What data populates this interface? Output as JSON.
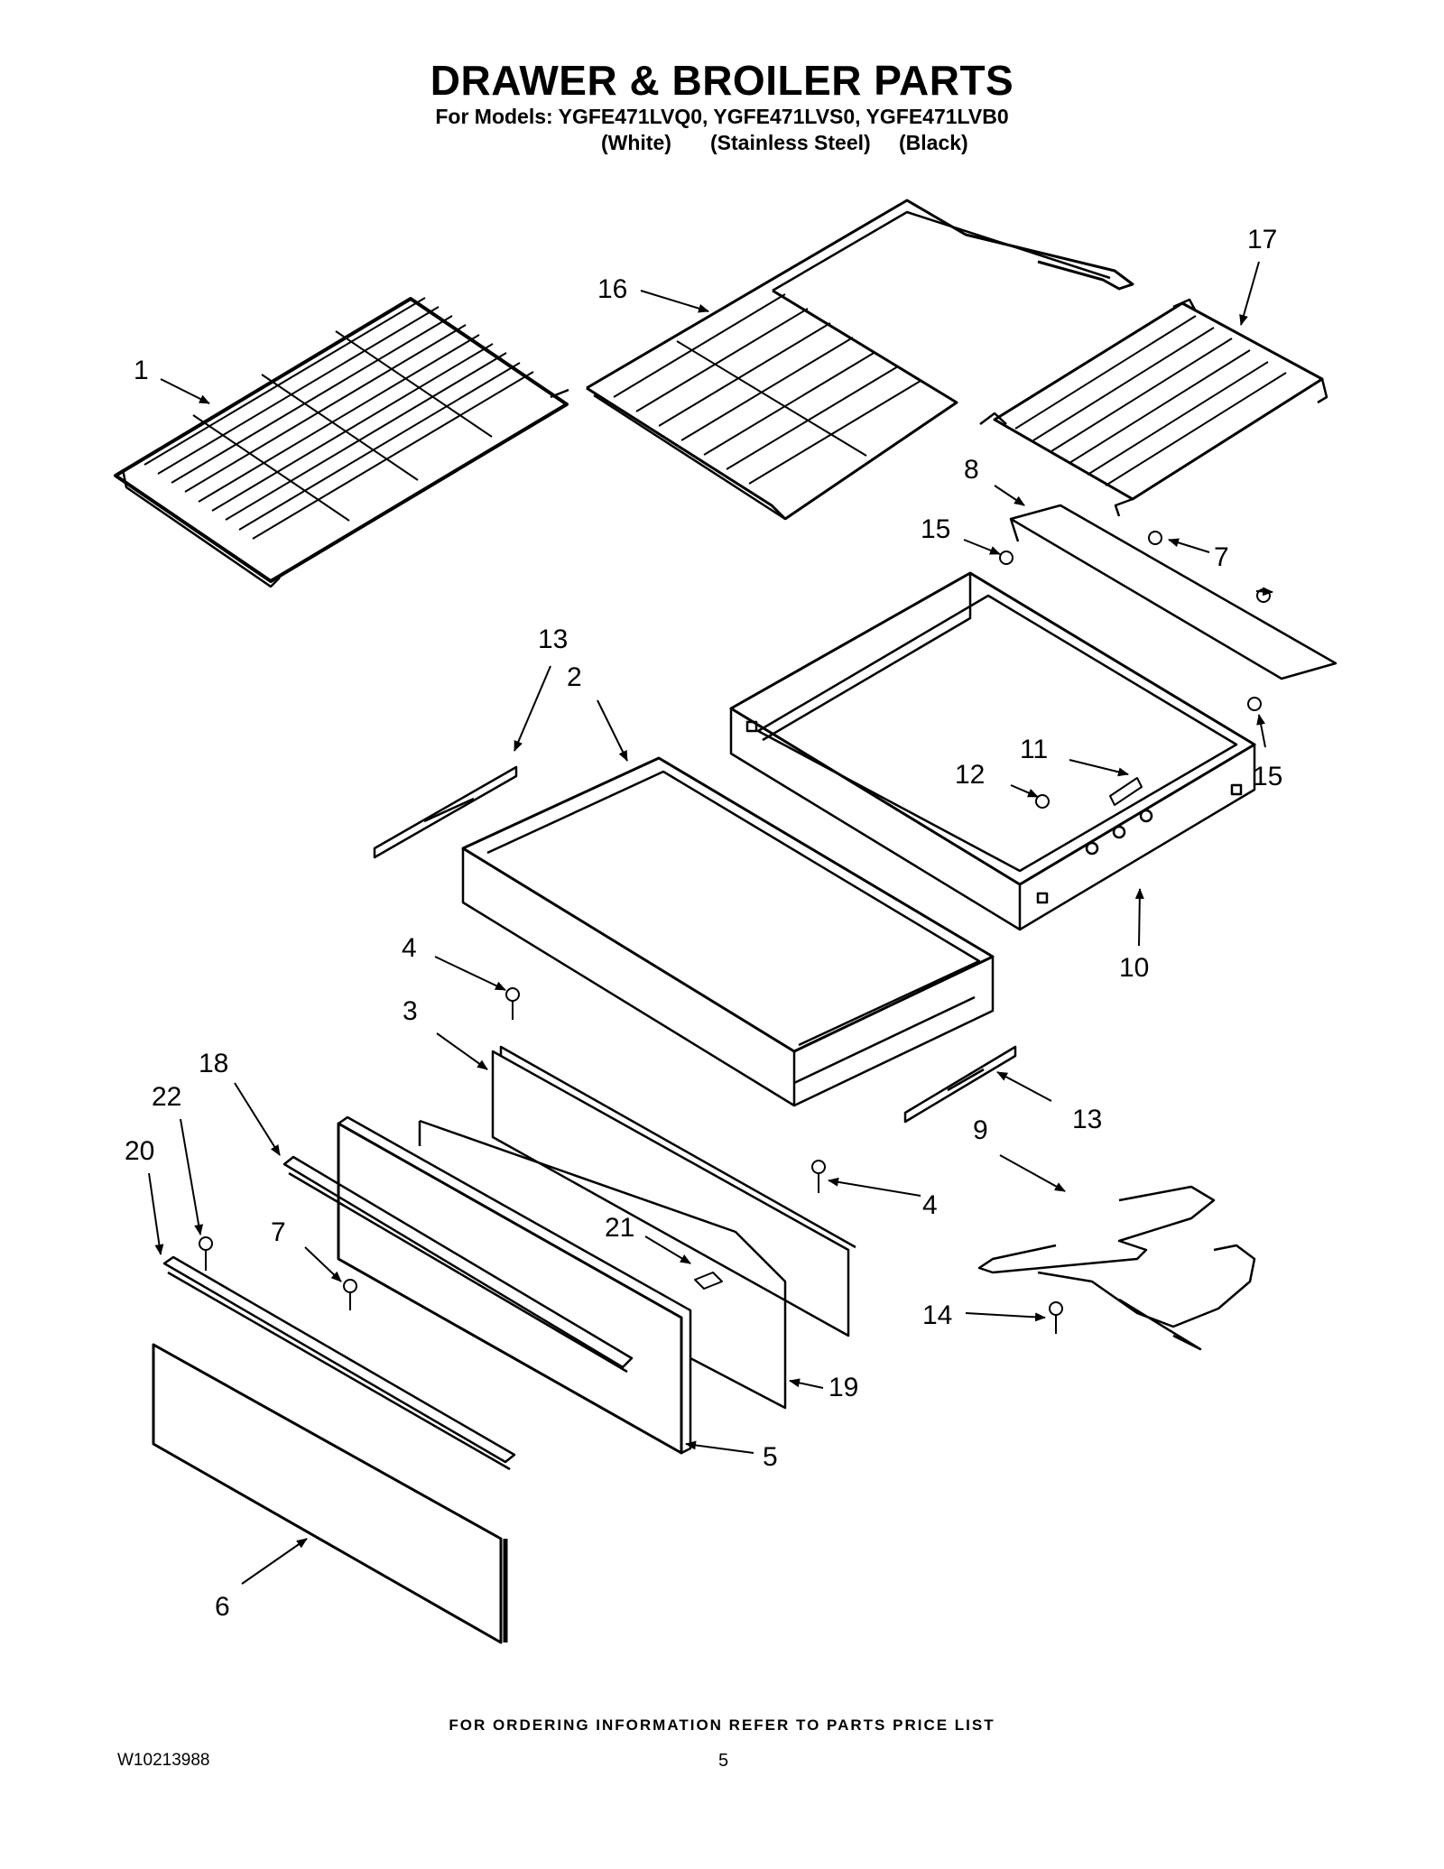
{
  "header": {
    "title": "DRAWER & BROILER PARTS",
    "models_line": "For Models: YGFE471LVQ0, YGFE471LVS0, YGFE471LVB0",
    "variants": [
      "(White)",
      "(Stainless Steel)",
      "(Black)"
    ]
  },
  "callouts": {
    "c1": "1",
    "c16": "16",
    "c17": "17",
    "c8": "8",
    "c15a": "15",
    "c7a": "7",
    "c13a": "13",
    "c2": "2",
    "c12": "12",
    "c11": "11",
    "c15b": "15",
    "c10": "10",
    "c4a": "4",
    "c3": "3",
    "c18": "18",
    "c22": "22",
    "c20": "20",
    "c13b": "13",
    "c9": "9",
    "c4b": "4",
    "c7b": "7",
    "c21": "21",
    "c14": "14",
    "c19": "19",
    "c5": "5",
    "c6": "6"
  },
  "footer": {
    "ordering_note": "FOR ORDERING INFORMATION REFER TO PARTS PRICE LIST",
    "document_number": "W10213988",
    "page_number": "5"
  }
}
